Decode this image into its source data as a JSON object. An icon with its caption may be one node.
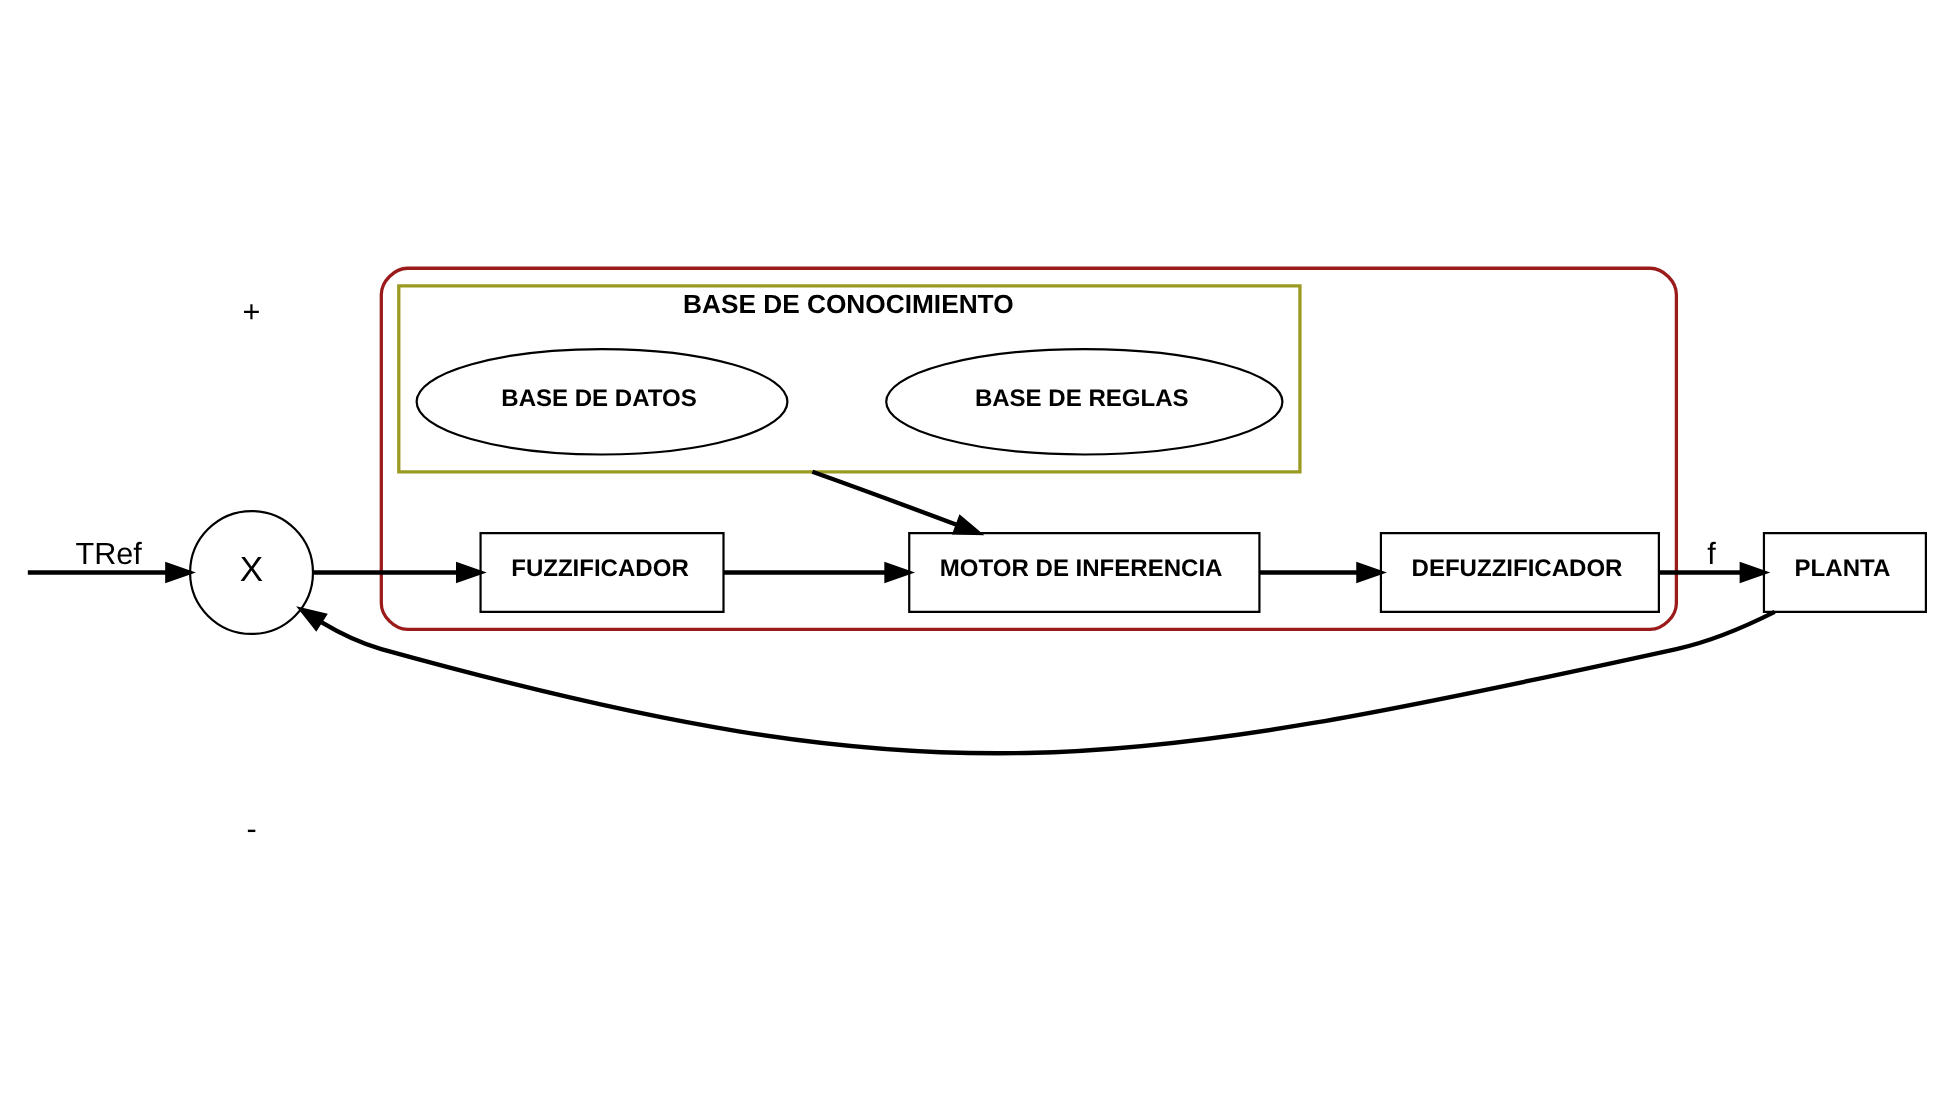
{
  "diagram": {
    "nodes": [
      {
        "text": [],
        "shape": "box"
      },
      {
        "text": [
          "BASE DE CONOCIMIENTO"
        ],
        "in": 0
      },
      {
        "text": [
          "BASE DE DATOS"
        ],
        "in": 1
      },
      {
        "text": [
          "BASE DE REGLAS"
        ],
        "in": 1
      },
      {
        "text": [
          "FUZZIFICADOR"
        ],
        "in": 0
      },
      {
        "text": [
          "MOTOR DE INFERENCIA"
        ],
        "in": 0
      },
      {
        "text": [
          "DEFUZZIFICADOR"
        ],
        "in": 0
      },
      {
        "text": [
          "X"
        ]
      },
      {
        "text": [
          "PLANTA"
        ]
      }
    ],
    "edges": [
      {
        "from": null,
        "to": 7,
        "arrow": "to",
        "label": "TRef"
      },
      {
        "from": 7,
        "to": 4,
        "arrow": "to"
      },
      {
        "from": 1,
        "to": 5,
        "arrow": "to"
      },
      {
        "from": 4,
        "to": 5,
        "arrow": "to"
      },
      {
        "from": 5,
        "to": 6,
        "arrow": "to"
      },
      {
        "from": 6,
        "to": 8,
        "arrow": "to",
        "label": "f"
      },
      {
        "from": 8,
        "to": 7,
        "arrow": "to"
      }
    ],
    "labels": [
      "+",
      "-"
    ]
  }
}
